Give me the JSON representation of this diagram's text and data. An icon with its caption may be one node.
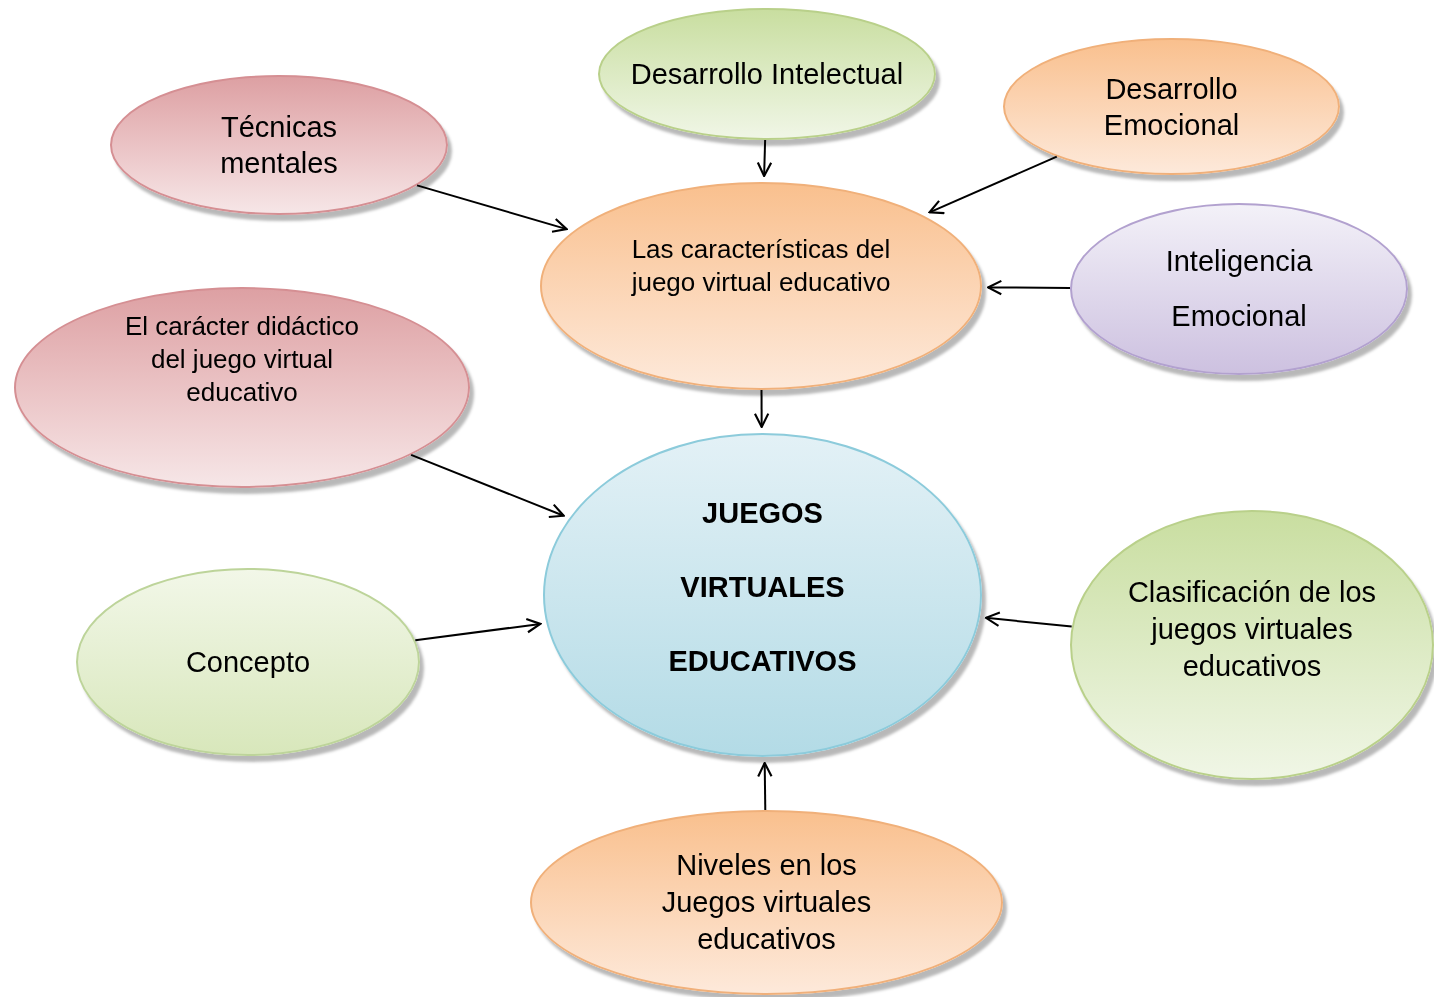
{
  "diagram": {
    "nodes": [
      {
        "text": [
          "Desarrollo Intelectual"
        ]
      },
      {
        "text": [
          "Desarrollo Emocional"
        ]
      },
      {
        "text": [
          "Técnicas mentales"
        ]
      },
      {
        "text": [
          "Las características del juego virtual educativo"
        ]
      },
      {
        "text": [
          "Inteligencia Emocional"
        ]
      },
      {
        "text": [
          "El carácter didáctico del juego virtual educativo"
        ]
      },
      {
        "text": [
          "JUEGOS VIRTUALES EDUCATIVOS"
        ]
      },
      {
        "text": [
          "Clasificación de los juegos virtuales educativos"
        ]
      },
      {
        "text": [
          "Concepto"
        ]
      },
      {
        "text": [
          "Niveles en los Juegos virtuales educativos"
        ]
      }
    ],
    "edges": [
      {
        "from": 0,
        "to": 3,
        "arrow": "to"
      },
      {
        "from": 1,
        "to": 3,
        "arrow": "to"
      },
      {
        "from": 2,
        "to": 3,
        "arrow": "to"
      },
      {
        "from": 4,
        "to": 3,
        "arrow": "to"
      },
      {
        "from": 3,
        "to": 6,
        "arrow": "to"
      },
      {
        "from": 5,
        "to": 6,
        "arrow": "to"
      },
      {
        "from": 8,
        "to": 6,
        "arrow": "to"
      },
      {
        "from": 7,
        "to": 6,
        "arrow": "to"
      },
      {
        "from": 9,
        "to": 6,
        "arrow": "to"
      }
    ]
  }
}
